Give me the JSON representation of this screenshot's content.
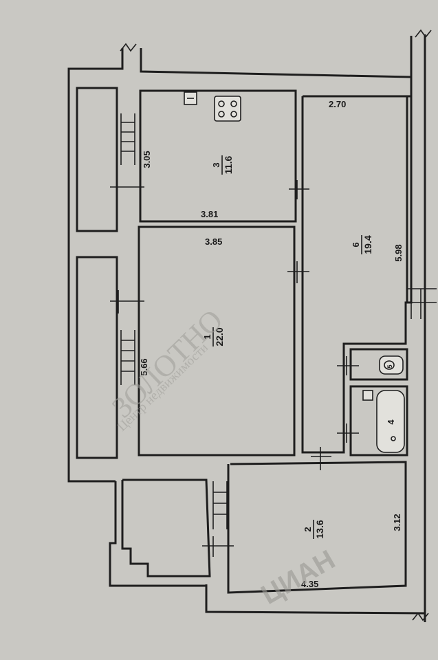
{
  "rooms": [
    {
      "id": "kitchen",
      "number": "3",
      "area": "11.6"
    },
    {
      "id": "living",
      "number": "1",
      "area": "22.0"
    },
    {
      "id": "room6",
      "number": "6",
      "area": "19.4"
    },
    {
      "id": "bedroom",
      "number": "2",
      "area": "13.6"
    },
    {
      "id": "bath",
      "number": "4"
    },
    {
      "id": "wc",
      "number": "5"
    }
  ],
  "dimensions": {
    "d_270": "2.70",
    "d_305": "3.05",
    "d_381": "3.81",
    "d_385": "3.85",
    "d_598": "5.98",
    "d_566": "5.66",
    "d_312": "3.12",
    "d_435": "4.35"
  },
  "watermarks": {
    "agency_top": "ЗОЛОТНО",
    "agency_sub": "Центр недвижимости",
    "portal": "ЦИАН"
  }
}
